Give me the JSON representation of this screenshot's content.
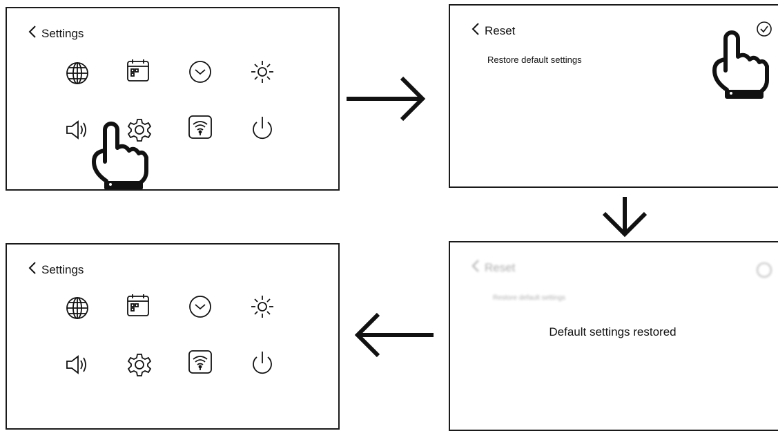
{
  "settings_screen_before": {
    "title": "Settings",
    "icons": [
      "globe-icon",
      "calendar-icon",
      "clock-icon",
      "brightness-icon",
      "speaker-icon",
      "gear-icon",
      "wifi-icon",
      "power-icon"
    ]
  },
  "reset_screen": {
    "title": "Reset",
    "subtitle": "Restore default settings",
    "confirm_icon": "check-circle-icon"
  },
  "reset_confirmation_screen": {
    "title": "Reset",
    "subtitle": "Restore default settings",
    "message": "Default settings restored"
  },
  "settings_screen_after": {
    "title": "Settings",
    "icons": [
      "globe-icon",
      "calendar-icon",
      "clock-icon",
      "brightness-icon",
      "speaker-icon",
      "gear-icon",
      "wifi-icon",
      "power-icon"
    ]
  },
  "flow": [
    "arrow-right",
    "arrow-down",
    "arrow-left"
  ],
  "colors": {
    "stroke": "#111111",
    "background": "#ffffff",
    "hand_fill": "#ffffff"
  }
}
